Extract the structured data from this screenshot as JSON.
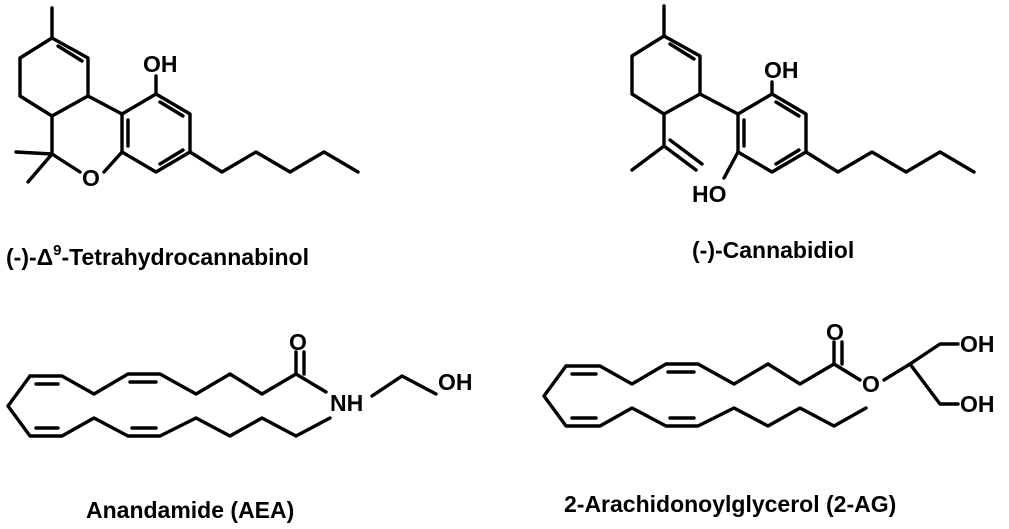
{
  "compounds": {
    "thc": {
      "caption_prefix": "(-)-",
      "caption_delta": "Δ",
      "caption_sup": "9",
      "caption_rest": "-Tetrahydrocannabinol",
      "atoms": {
        "oh": "OH",
        "o": "O"
      }
    },
    "cbd": {
      "caption": "(-)-Cannabidiol",
      "atoms": {
        "oh_top": "OH",
        "oh_bottom": "HO"
      }
    },
    "aea": {
      "caption": "Anandamide (AEA)",
      "atoms": {
        "o": "O",
        "nh": "NH",
        "oh": "OH"
      }
    },
    "ag": {
      "caption": "2-Arachidonoylglycerol (2-AG)",
      "atoms": {
        "o_carbonyl": "O",
        "o_ester": "O",
        "oh_top": "OH",
        "oh_bottom": "OH"
      }
    }
  }
}
